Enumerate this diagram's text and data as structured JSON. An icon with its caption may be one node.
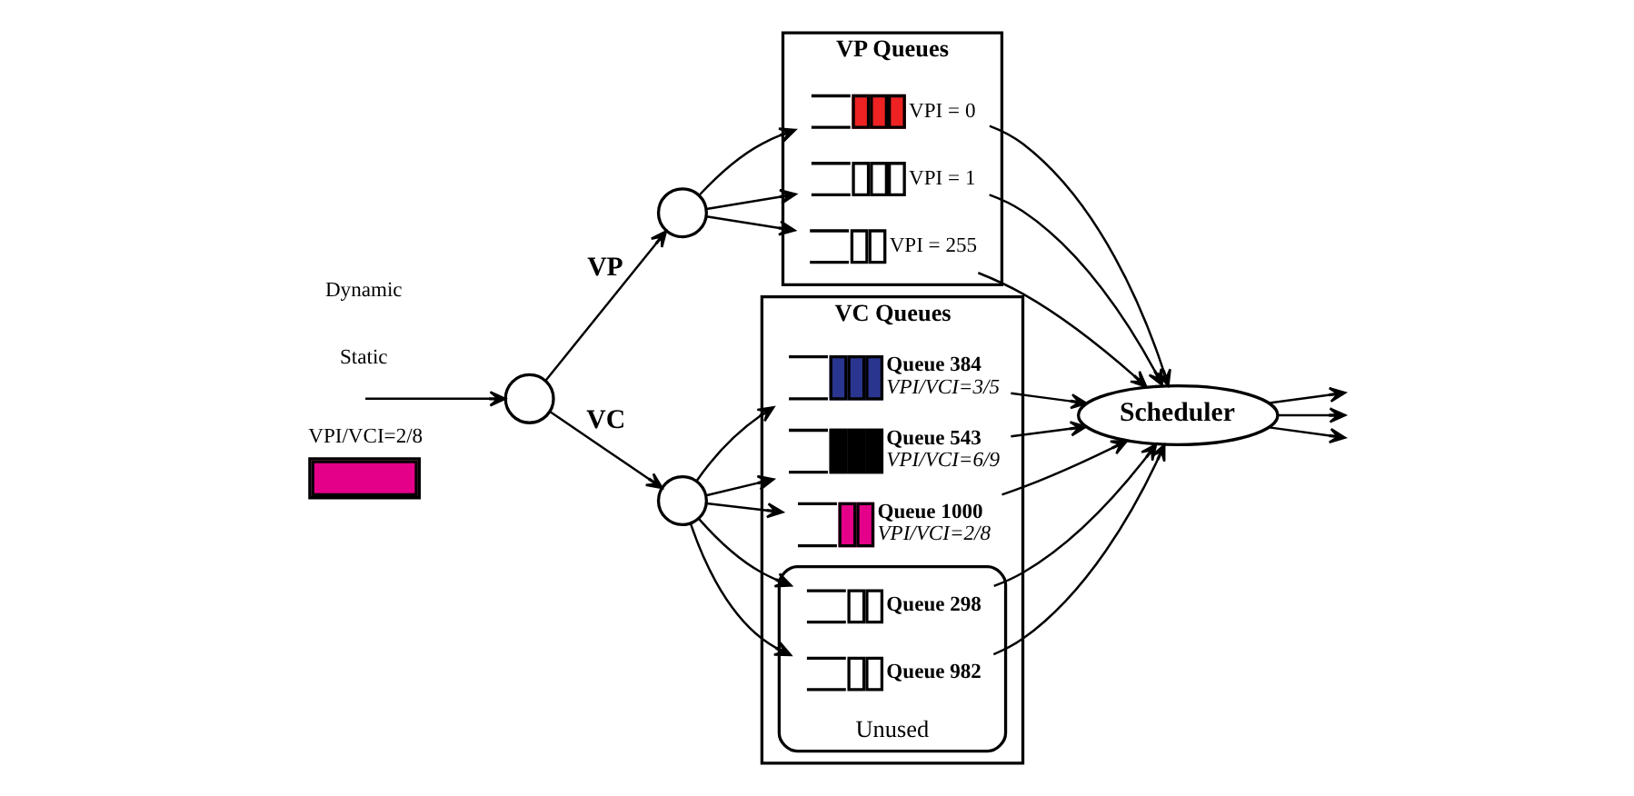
{
  "diagram": {
    "nodes": [
      {
        "text": [
          "VPI/VCI=2/8"
        ]
      },
      {
        "text": [],
        "shape": "circle"
      },
      {
        "text": [],
        "shape": "circle"
      },
      {
        "text": [],
        "shape": "circle"
      },
      {
        "text": [
          "VP Queues"
        ]
      },
      {
        "text": [
          "VPI = 0"
        ],
        "in": 4
      },
      {
        "text": [
          "VPI = 1"
        ],
        "in": 4
      },
      {
        "text": [
          "VPI = 255"
        ],
        "in": 4
      },
      {
        "text": [
          "VC Queues"
        ]
      },
      {
        "text": [
          "Queue 384",
          "VPI/VCI=3/5"
        ],
        "in": 8
      },
      {
        "text": [
          "Queue 543",
          "VPI/VCI=6/9"
        ],
        "in": 8
      },
      {
        "text": [
          "Queue 1000",
          "VPI/VCI=2/8"
        ],
        "in": 8
      },
      {
        "text": [
          "Unused"
        ],
        "in": 8
      },
      {
        "text": [
          "Queue 298"
        ],
        "in": 12
      },
      {
        "text": [
          "Queue 982"
        ],
        "in": 12
      },
      {
        "text": [
          "Scheduler"
        ]
      }
    ],
    "edges": [
      {
        "from": null,
        "to": 1,
        "arrow": "to"
      },
      {
        "from": 1,
        "to": 2,
        "arrow": "to",
        "label": "VP"
      },
      {
        "from": 1,
        "to": 3,
        "arrow": "to",
        "label": "VC"
      },
      {
        "from": 2,
        "to": 5,
        "arrow": "to"
      },
      {
        "from": 2,
        "to": 6,
        "arrow": "to"
      },
      {
        "from": 2,
        "to": 7,
        "arrow": "to"
      },
      {
        "from": 3,
        "to": 9,
        "arrow": "to"
      },
      {
        "from": 3,
        "to": 10,
        "arrow": "to"
      },
      {
        "from": 3,
        "to": 11,
        "arrow": "to"
      },
      {
        "from": 3,
        "to": 13,
        "arrow": "to"
      },
      {
        "from": 3,
        "to": 14,
        "arrow": "to"
      },
      {
        "from": 5,
        "to": 15,
        "arrow": "to"
      },
      {
        "from": 6,
        "to": 15,
        "arrow": "to"
      },
      {
        "from": 7,
        "to": 15,
        "arrow": "to"
      },
      {
        "from": 9,
        "to": 15,
        "arrow": "to"
      },
      {
        "from": 10,
        "to": 15,
        "arrow": "to"
      },
      {
        "from": 11,
        "to": 15,
        "arrow": "to"
      },
      {
        "from": 13,
        "to": 15,
        "arrow": "to"
      },
      {
        "from": 14,
        "to": 15,
        "arrow": "to"
      },
      {
        "from": 15,
        "to": null,
        "arrow": "to"
      },
      {
        "from": 15,
        "to": null,
        "arrow": "to"
      },
      {
        "from": 15,
        "to": null,
        "arrow": "to"
      }
    ],
    "labels": [
      "Static",
      "Dynamic"
    ]
  }
}
